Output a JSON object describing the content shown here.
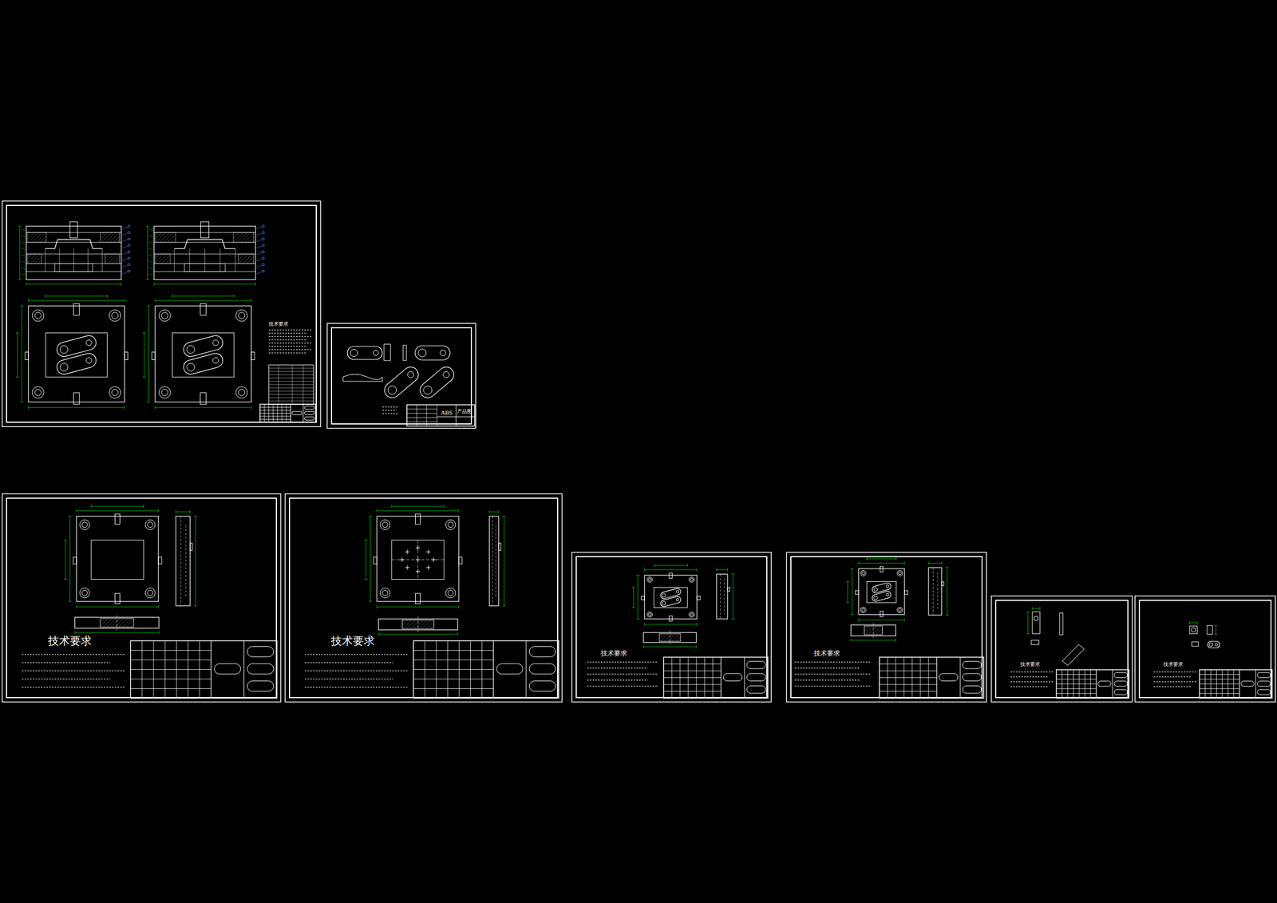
{
  "diagram": {
    "labels": [
      "技术要求",
      "技术要求",
      "技术要求",
      "技术要求",
      "技术要求",
      "技术要求",
      "技术要求",
      "ABS",
      "产品图"
    ]
  }
}
